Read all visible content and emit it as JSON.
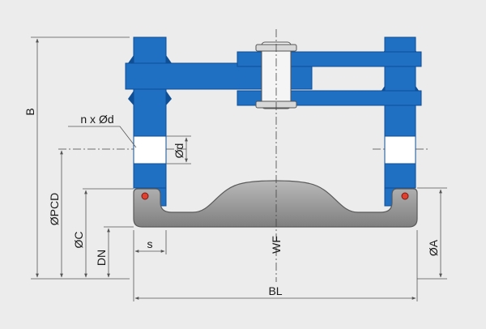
{
  "colors": {
    "background": "#ececec",
    "flange_blue": "#1f6fc2",
    "flange_blue_dark": "#0f4f96",
    "belt_grey": "#8f8f8f",
    "belt_grey_dark": "#5a5a5a",
    "bolt_red": "#e0402f",
    "dimension_line": "#555555",
    "centerline": "#444444"
  },
  "labels": {
    "B": "B",
    "n_x_d": "n x Ød",
    "d": "Ød",
    "PCD": "ØPCD",
    "C": "ØC",
    "DN": "DN",
    "s": "s",
    "WF": "WF",
    "A": "ØA",
    "BL": "BL"
  }
}
